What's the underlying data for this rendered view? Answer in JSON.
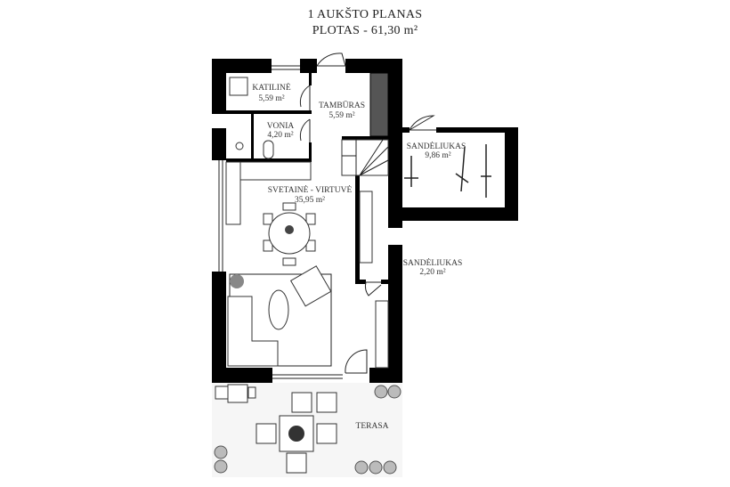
{
  "header": {
    "title": "1 AUKŠTO PLANAS",
    "area": "PLOTAS - 61,30 m²"
  },
  "rooms": [
    {
      "name": "KATILINĖ",
      "area": "5,59 m²"
    },
    {
      "name": "TAMBŪRAS",
      "area": "5,59 m²"
    },
    {
      "name": "VONIA",
      "area": "4,20 m²"
    },
    {
      "name": "SANDĖLIUKAS",
      "area": "9,86 m²"
    },
    {
      "name": "SVETAINĖ - VIRTUVĖ",
      "area": "35,95 m²"
    },
    {
      "name": "SANDĖLIUKAS",
      "area": "2,20 m²"
    },
    {
      "name": "TERASA"
    }
  ]
}
